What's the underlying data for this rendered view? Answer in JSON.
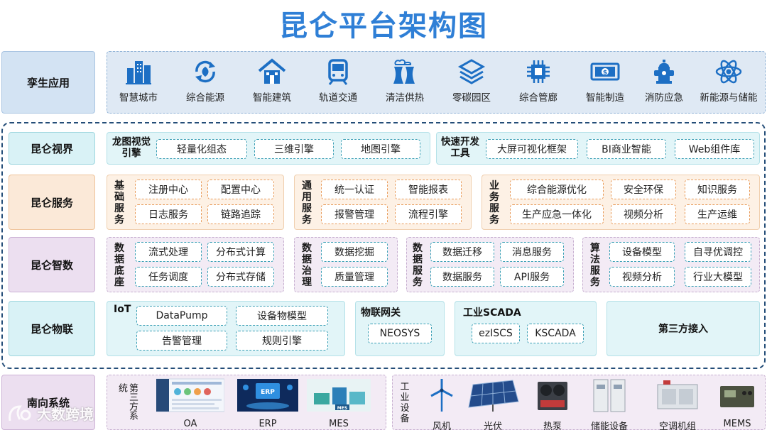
{
  "title": "昆仑平台架构图",
  "rows": {
    "twin": "孪生应用",
    "vision": "昆仑视界",
    "service": "昆仑服务",
    "data": "昆仑智数",
    "iot": "昆仑物联",
    "south": "南向系统"
  },
  "apps": [
    {
      "label": "智慧城市",
      "icon": "city-icon"
    },
    {
      "label": "综合能源",
      "icon": "energy-cycle-icon"
    },
    {
      "label": "智能建筑",
      "icon": "building-icon"
    },
    {
      "label": "轨道交通",
      "icon": "train-icon"
    },
    {
      "label": "清洁供热",
      "icon": "cooling-tower-icon"
    },
    {
      "label": "零碳园区",
      "icon": "layers-icon"
    },
    {
      "label": "综合管廊",
      "icon": "chip-icon"
    },
    {
      "label": "智能制造",
      "icon": "money-icon"
    },
    {
      "label": "消防应急",
      "icon": "hydrant-icon"
    },
    {
      "label": "新能源与储能",
      "icon": "atom-icon"
    }
  ],
  "vision": {
    "group1": "龙图视觉引擎",
    "group1_items": [
      "轻量化组态",
      "三维引擎",
      "地图引擎"
    ],
    "group2": "快速开发工具",
    "group2_items": [
      "大屏可视化框架",
      "BI商业智能",
      "Web组件库"
    ]
  },
  "service": {
    "basic": "基础服务",
    "basic_items": [
      "注册中心",
      "配置中心",
      "日志服务",
      "链路追踪"
    ],
    "common": "通用服务",
    "common_items": [
      "统一认证",
      "智能报表",
      "报警管理",
      "流程引擎"
    ],
    "business": "业务服务",
    "business_items": [
      "综合能源优化",
      "安全环保",
      "知识服务",
      "生产应急一体化",
      "视频分析",
      "生产运维"
    ]
  },
  "data": {
    "base": "数据底座",
    "base_items": [
      "流式处理",
      "分布式计算",
      "任务调度",
      "分布式存储"
    ],
    "gov": "数据治理",
    "gov_items": [
      "数据挖掘",
      "质量管理"
    ],
    "svc": "数据服务",
    "svc_items": [
      "数据迁移",
      "消息服务",
      "数据服务",
      "API服务"
    ],
    "algo": "算法服务",
    "algo_items": [
      "设备模型",
      "自寻优调控",
      "视频分析",
      "行业大模型"
    ]
  },
  "iot": {
    "iot_title": "IoT",
    "iot_items": [
      "DataPump",
      "设备物模型",
      "告警管理",
      "规则引擎"
    ],
    "gateway": "物联网关",
    "gateway_items": [
      "NEOSYS"
    ],
    "scada": "工业SCADA",
    "scada_items": [
      "ezISCS",
      "KSCADA"
    ],
    "third": "第三方接入"
  },
  "south": {
    "third_sys": "第三方系统",
    "systems": [
      "OA",
      "ERP",
      "MES"
    ],
    "industrial": "工业设备",
    "devices": [
      "风机",
      "光伏",
      "热泵",
      "储能设备",
      "空调机组",
      "MEMS"
    ]
  },
  "watermark": "大数跨境",
  "colors": {
    "title": "#2f7fd6",
    "icon": "#1d6fc4",
    "frame": "#244d78"
  }
}
